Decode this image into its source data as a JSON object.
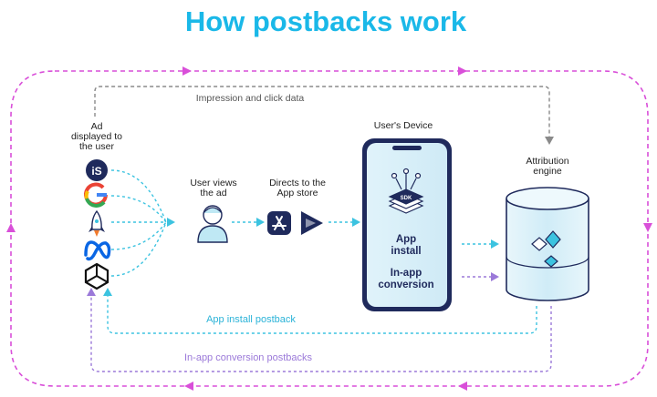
{
  "title": "How postbacks work",
  "labels": {
    "impression": "Impression and click data",
    "ad_line1": "Ad",
    "ad_line2": "displayed to",
    "ad_line3": "the user",
    "views_line1": "User views",
    "views_line2": "the ad",
    "directs_line1": "Directs to the",
    "directs_line2": "App store",
    "device": "User's Device",
    "attr_line1": "Attribution",
    "attr_line2": "engine",
    "install_line1": "App",
    "install_line2": "install",
    "conv_line1": "In-app",
    "conv_line2": "conversion",
    "install_postback": "App install postback",
    "conv_postback": "In-app conversion postbacks",
    "sdk": "SDK"
  },
  "ad_networks": [
    {
      "name": "ironsource",
      "glyph": "iS"
    },
    {
      "name": "google",
      "glyph": "G"
    },
    {
      "name": "rocket"
    },
    {
      "name": "meta"
    },
    {
      "name": "unity"
    }
  ],
  "colors": {
    "title": "#1ab8e8",
    "navy": "#1f2a5c",
    "cyan": "#3cc3e0",
    "magenta": "#d94fd9",
    "gray": "#8a8a8a",
    "purple": "#9b79d9"
  }
}
